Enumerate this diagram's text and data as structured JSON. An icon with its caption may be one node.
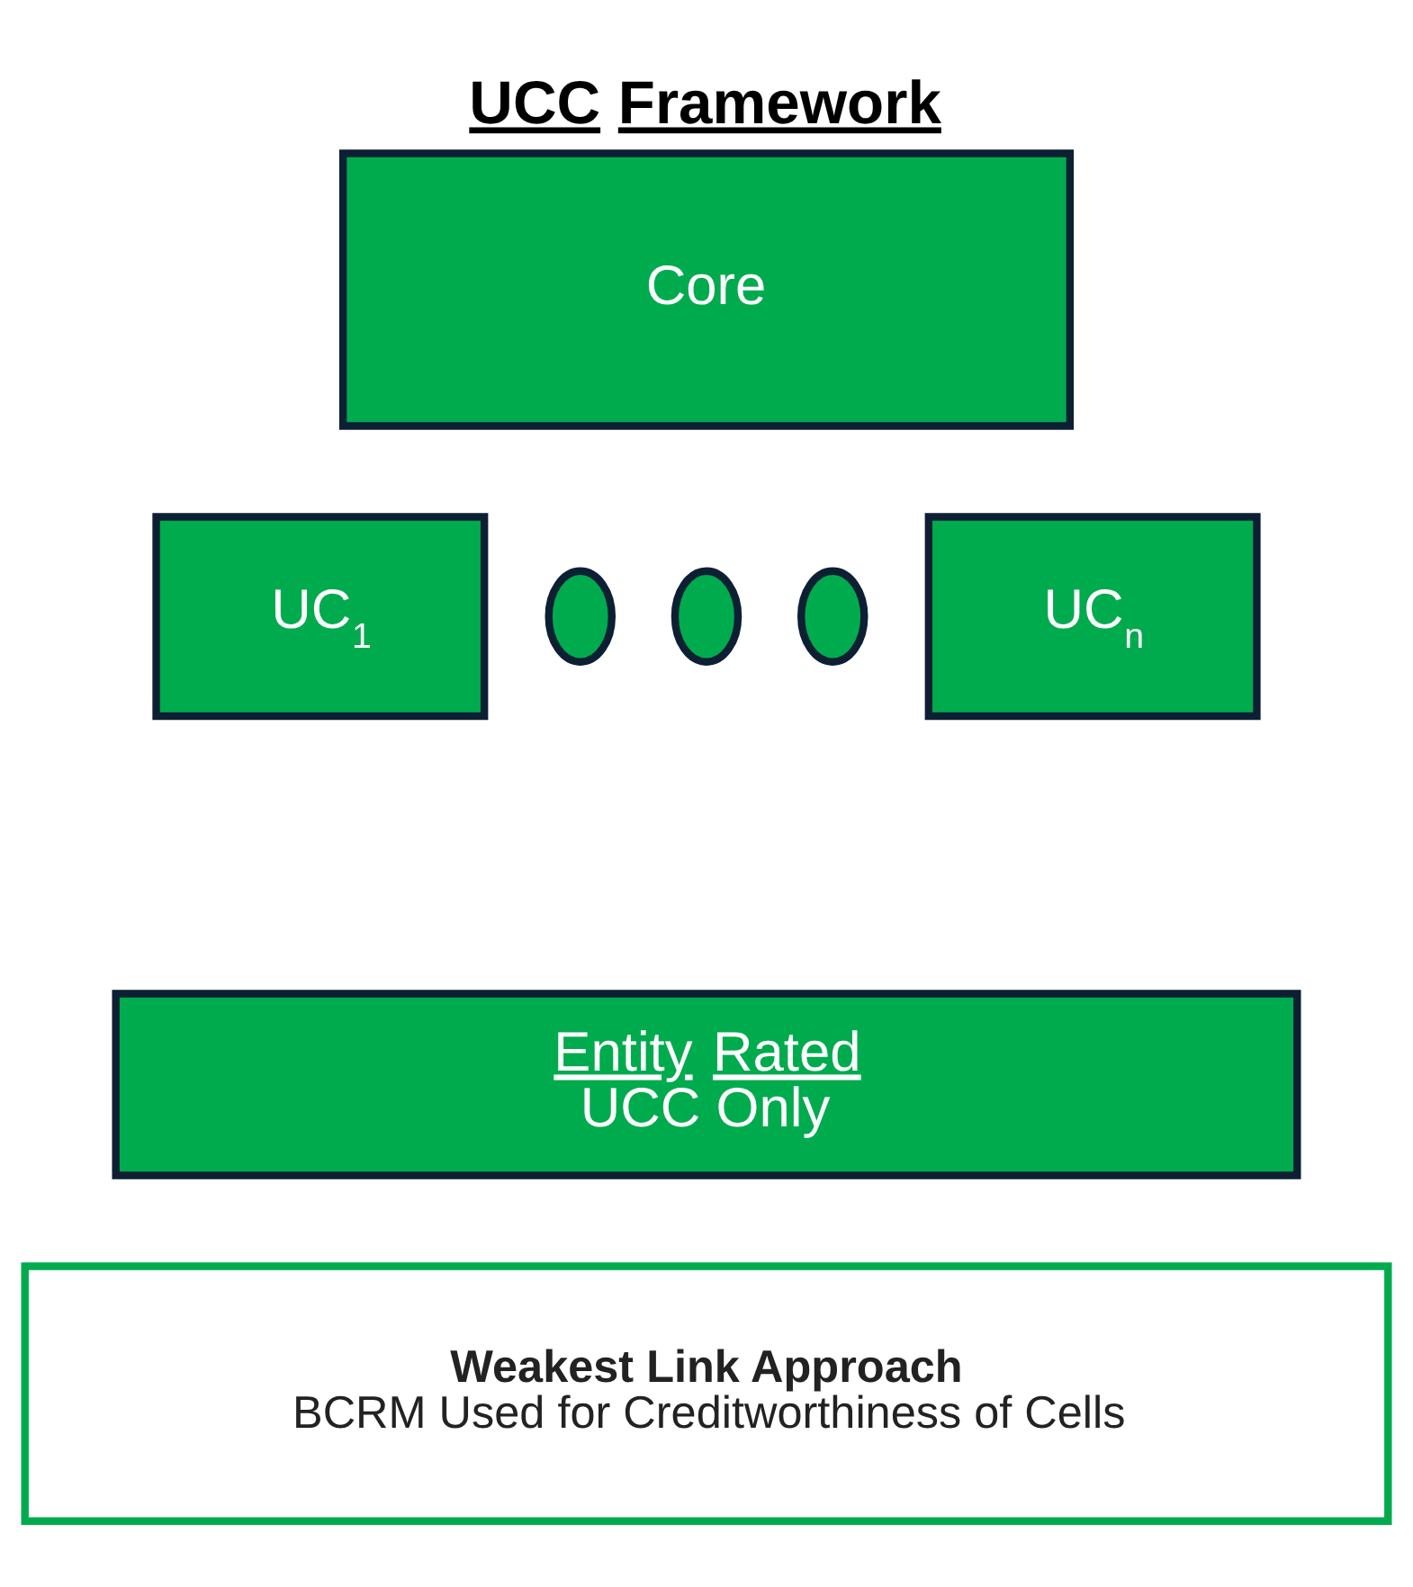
{
  "diagram": {
    "title": "UCC Framework",
    "nodes": [
      {
        "text": [
          "Core"
        ]
      },
      {
        "text": [
          "UC$_{1}$"
        ]
      },
      {
        "text": [],
        "shape": "ellipse"
      },
      {
        "text": [],
        "shape": "ellipse"
      },
      {
        "text": [],
        "shape": "ellipse"
      },
      {
        "text": [
          "UC$_{n}$"
        ]
      },
      {
        "text": [
          "Entity Rated",
          "UCC Only"
        ]
      },
      {
        "text": [
          "Weakest Link Approach",
          "BCRM Used for Creditworthiness of Cells"
        ]
      }
    ],
    "edges": []
  }
}
